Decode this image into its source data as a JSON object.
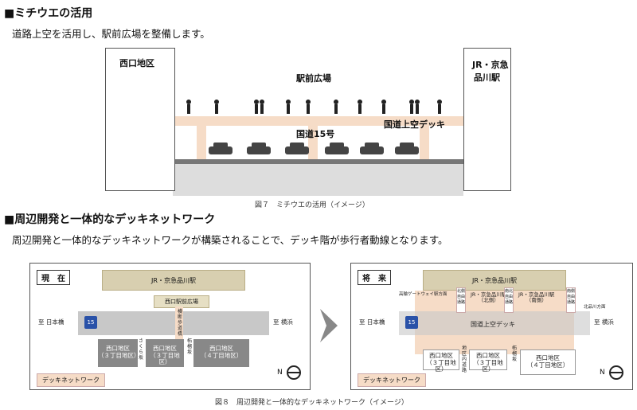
{
  "section1": {
    "heading": "■ミチウエの活用",
    "text": "道路上空を活用し、駅前広場を整備します。",
    "caption": "図７　ミチウエの活用（イメージ）",
    "labels": {
      "left_building": "西口地区",
      "right_building_line1": "JR・京急",
      "right_building_line2": "品川駅",
      "plaza": "駅前広場",
      "road": "国道15号",
      "deck": "国道上空デッキ"
    }
  },
  "section2": {
    "heading": "■周辺開発と一体的なデッキネットワーク",
    "text": "周辺開発と一体的なデッキネットワークが構築されることで、デッキ階が歩行者動線となります。",
    "caption": "図８　周辺開発と一体的なデッキネットワーク（イメージ）",
    "current": {
      "title": "現　在",
      "station": "JR・京急品川駅",
      "plaza": "西口駅前広場",
      "to_nihonbashi": "至 日本橋",
      "to_yokohama": "至 横浜",
      "route": "15",
      "bridge": "横断歩道橋",
      "blocks": [
        "西口地区\n（３丁目地区）",
        "西口地区\n（３丁目地区）",
        "西口地区\n（４丁目地区）"
      ],
      "sakura": "さくら坂",
      "kashiwagi": "柘榴坂",
      "legend": "デッキネットワーク",
      "north": "N"
    },
    "future": {
      "title": "将　来",
      "station": "JR・京急品川駅",
      "takanawa": "高輪ゲートウェイ駅方面",
      "kitamuki": "北側自由通路",
      "station_north": "JR・京急品川駅\n（北側）",
      "nanmuki": "南北自由通路",
      "station_south": "JR・京急品川駅\n（南側）",
      "south_link": "南側自由通路",
      "kitashinagawa": "北品川方面",
      "to_nihonbashi": "至 日本橋",
      "to_yokohama": "至 横浜",
      "route": "15",
      "deck": "国道上空デッキ",
      "blocks": [
        "西口地区\n（３丁目地区）",
        "西口地区\n（３丁目地区）",
        "西口地区\n（４丁目地区）"
      ],
      "areanai": "地区内道路",
      "kashiwagi": "柘榴坂",
      "legend": "デッキネットワーク",
      "north": "N"
    }
  },
  "colors": {
    "deck": "#f6dcc7",
    "road": "#c8c8c8",
    "block": "#888888",
    "station": "#d8cfb0"
  }
}
